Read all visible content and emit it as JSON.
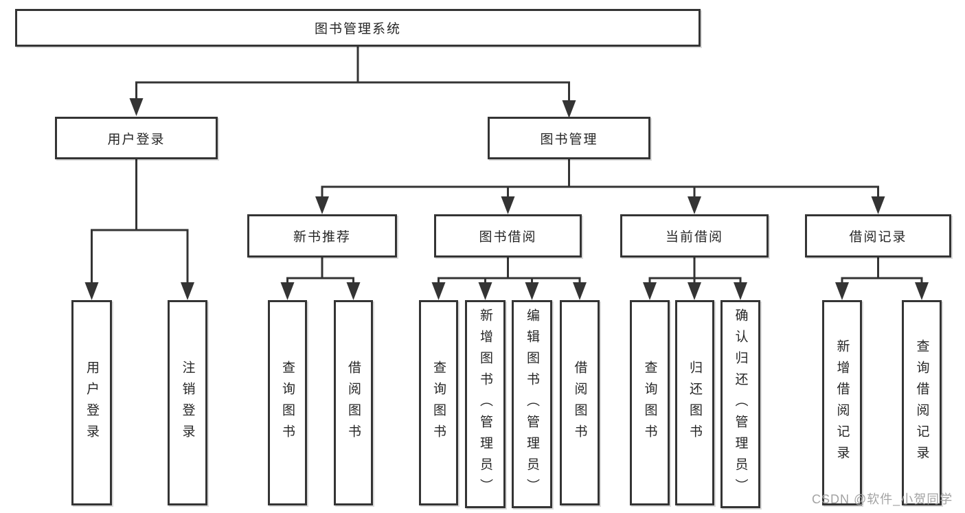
{
  "diagram": {
    "root": "图书管理系统",
    "level2": [
      {
        "label": "用户登录",
        "children": [
          "用户登录",
          "注销登录"
        ]
      },
      {
        "label": "图书管理",
        "groups": [
          {
            "label": "新书推荐",
            "children": [
              "查询图书",
              "借阅图书"
            ]
          },
          {
            "label": "图书借阅",
            "children": [
              "查询图书",
              "新增图书（管理员）",
              "编辑图书（管理员）",
              "借阅图书"
            ]
          },
          {
            "label": "当前借阅",
            "children": [
              "查询图书",
              "归还图书",
              "确认归还（管理员）"
            ]
          },
          {
            "label": "借阅记录",
            "children": [
              "新增借阅记录",
              "查询借阅记录"
            ]
          }
        ]
      }
    ]
  },
  "watermark": "CSDN @软件_小贺同学",
  "colors": {
    "line": "#343434",
    "text": "#262626",
    "box": "#ffffff",
    "background": "#ffffff",
    "watermark": "#a3a3a3"
  }
}
